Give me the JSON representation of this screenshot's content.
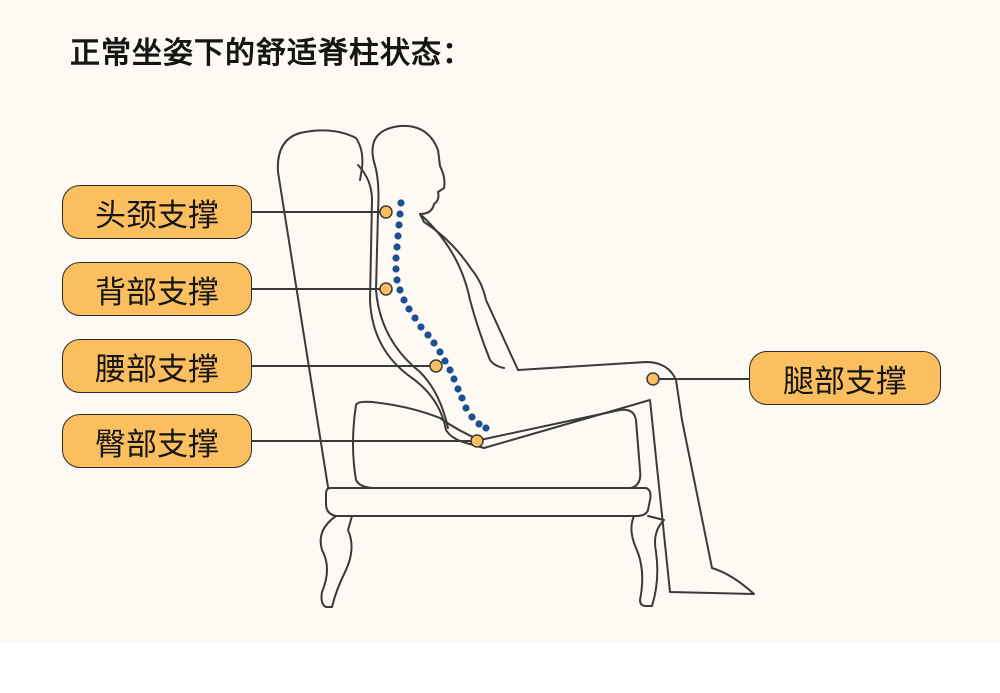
{
  "title": "正常坐姿下的舒适脊柱状态：",
  "labels": {
    "head": "头颈支撑",
    "back": "背部支撑",
    "waist": "腰部支撑",
    "hip": "臀部支撑",
    "leg": "腿部支撑"
  },
  "colors": {
    "background": "#fdfaf3",
    "label_fill": "#fbbf5f",
    "spine_dots": "#1d4f91",
    "outline": "#3a3a3a"
  }
}
